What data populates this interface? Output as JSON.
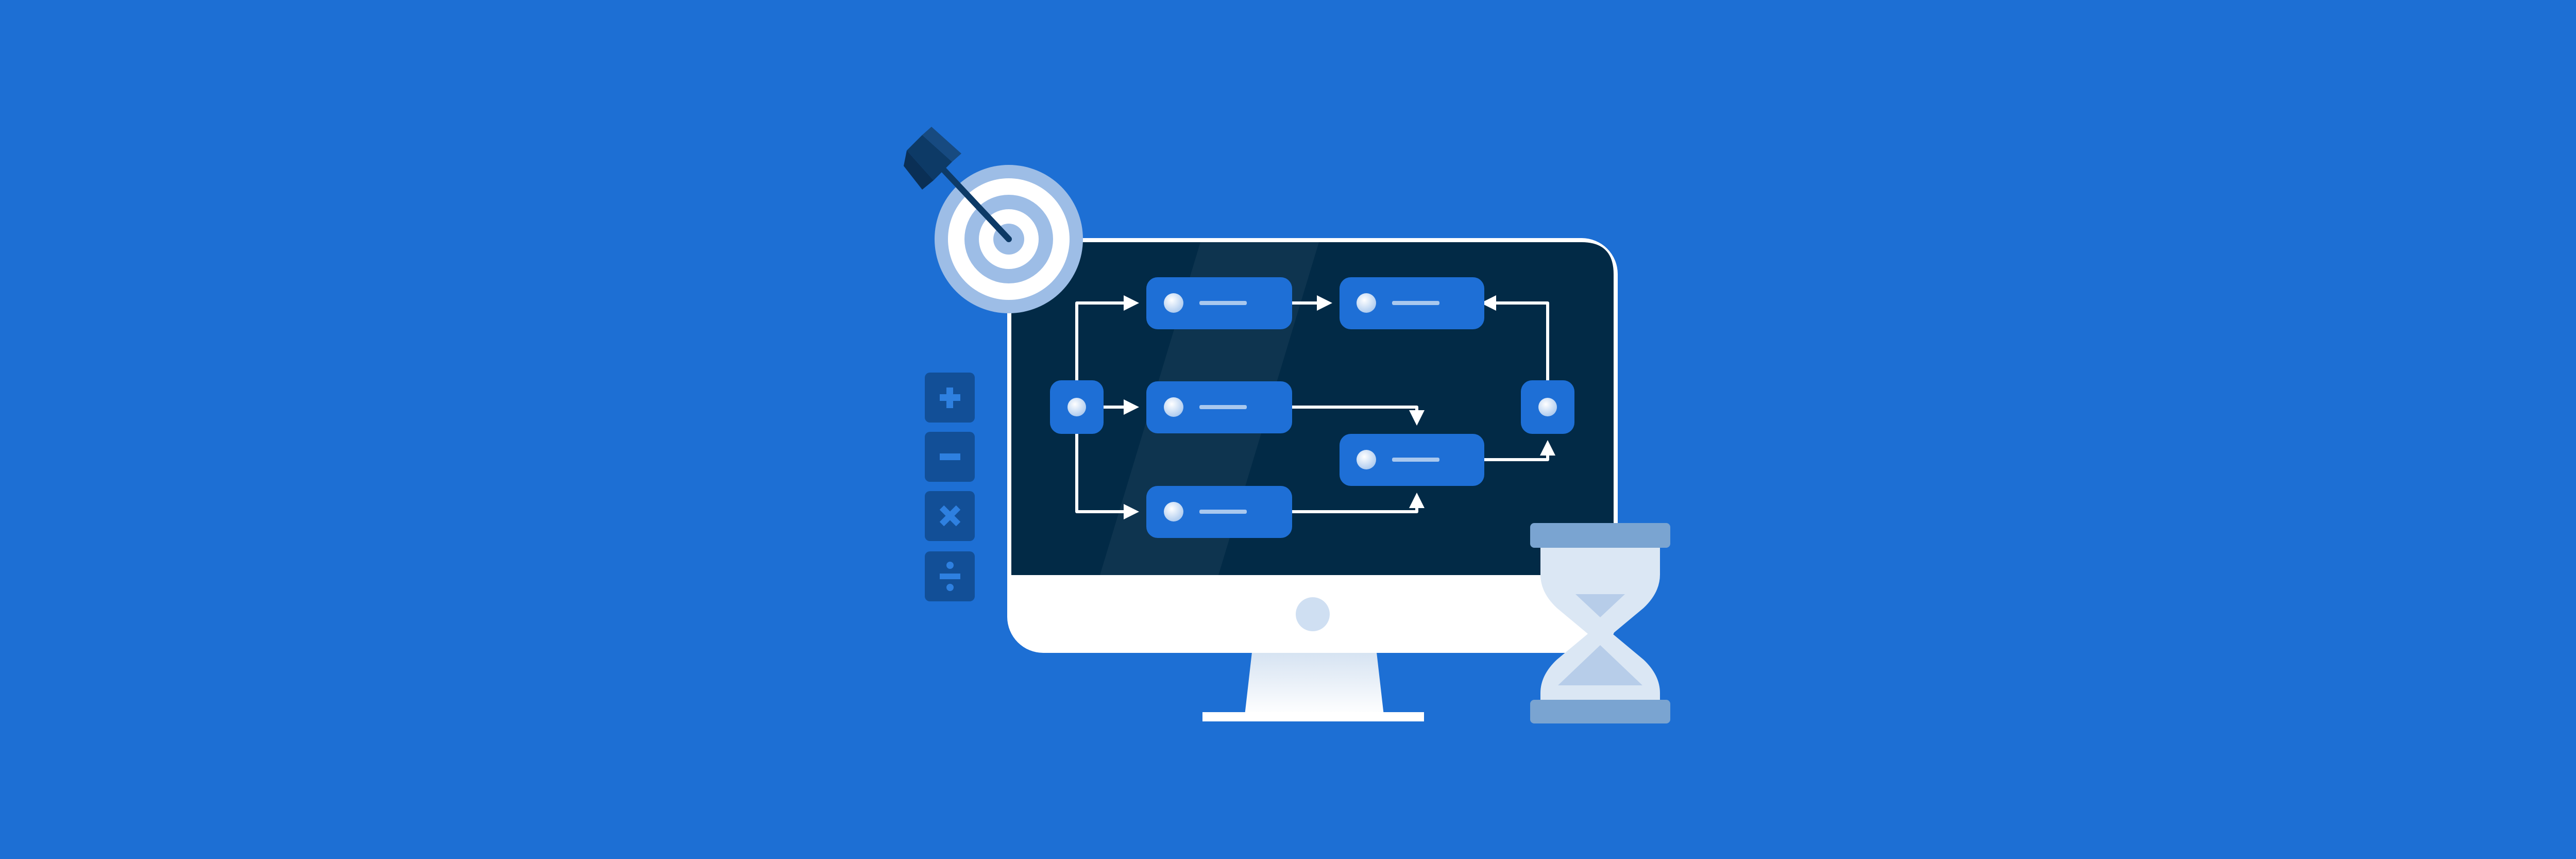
{
  "illustration": {
    "background_color": "#1d6fd4",
    "accent_color": "#1e6fd6",
    "screen_color": "#022a46",
    "monitor_color": "#ffffff",
    "icons": {
      "target": "bullseye-target-icon",
      "arrow": "dart-arrow-icon",
      "math_ops": [
        "plus-icon",
        "minus-icon",
        "multiply-icon",
        "divide-icon"
      ],
      "hourglass": "hourglass-icon"
    },
    "flow_nodes": [
      {
        "id": "start",
        "type": "small"
      },
      {
        "id": "top-left",
        "type": "wide"
      },
      {
        "id": "top-right",
        "type": "wide"
      },
      {
        "id": "mid-left",
        "type": "wide"
      },
      {
        "id": "mid-right",
        "type": "wide"
      },
      {
        "id": "bottom-left",
        "type": "wide"
      },
      {
        "id": "end",
        "type": "small"
      }
    ],
    "flow_edges": [
      [
        "start",
        "top-left"
      ],
      [
        "start",
        "mid-left"
      ],
      [
        "start",
        "bottom-left"
      ],
      [
        "top-left",
        "top-right"
      ],
      [
        "mid-left",
        "mid-right"
      ],
      [
        "bottom-left",
        "mid-right"
      ],
      [
        "mid-right",
        "end"
      ],
      [
        "end",
        "top-right"
      ]
    ]
  }
}
